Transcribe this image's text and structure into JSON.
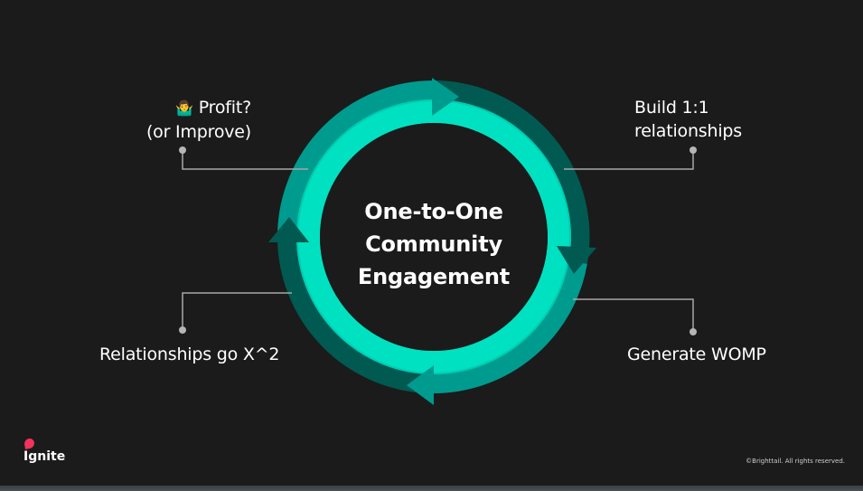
{
  "slide": {
    "center_title": {
      "line1": "One-to-One",
      "line2": "Community",
      "line3": "Engagement"
    },
    "labels": {
      "top_left": {
        "emoji": "🤷‍♂️",
        "line1": "Profit?",
        "line2": "(or Improve)"
      },
      "top_right": {
        "line1": "Build 1:1",
        "line2": "relationships"
      },
      "bottom_right": {
        "line1": "Generate WOMP"
      },
      "bottom_left": {
        "line1": "Relationships go X^2"
      }
    },
    "colors": {
      "background": "#1b1b1b",
      "ring_bright": "#00e1c1",
      "ring_medium": "#009b8f",
      "ring_dark": "#005a52",
      "connector": "#a8a8a8",
      "logo_accent": "#f2335a"
    }
  },
  "footer": {
    "logo_text": "Ignite",
    "copyright": "©Brighttail. All rights reserved."
  }
}
